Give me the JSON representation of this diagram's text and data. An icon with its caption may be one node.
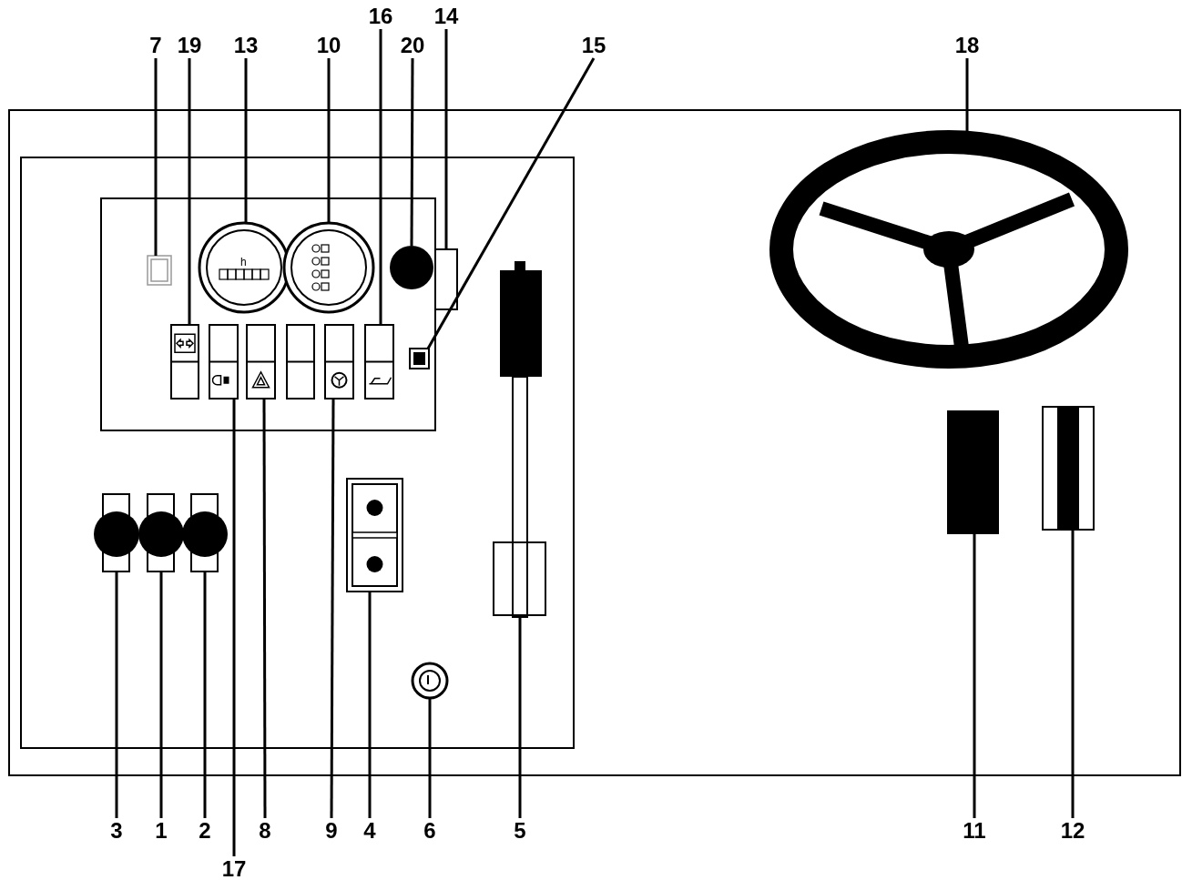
{
  "diagram": {
    "nodes": [
      {
        "text": [
          "16"
        ]
      },
      {
        "text": [
          "14"
        ]
      },
      {
        "text": [
          "7"
        ]
      },
      {
        "text": [
          "19"
        ]
      },
      {
        "text": [
          "13"
        ]
      },
      {
        "text": [
          "10"
        ]
      },
      {
        "text": [
          "20"
        ]
      },
      {
        "text": [
          "15"
        ]
      },
      {
        "text": [
          "18"
        ]
      },
      {
        "text": [
          "3"
        ]
      },
      {
        "text": [
          "1"
        ]
      },
      {
        "text": [
          "2"
        ]
      },
      {
        "text": [
          "8"
        ]
      },
      {
        "text": [
          "9"
        ]
      },
      {
        "text": [
          "4"
        ]
      },
      {
        "text": [
          "6"
        ]
      },
      {
        "text": [
          "5"
        ]
      },
      {
        "text": [
          "11"
        ]
      },
      {
        "text": [
          "12"
        ]
      },
      {
        "text": [
          "17"
        ]
      },
      {
        "text": [],
        "shape": "box"
      },
      {
        "text": [],
        "shape": "box"
      },
      {
        "text": [],
        "shape": "box"
      },
      {
        "text": [],
        "shape": "box"
      },
      {
        "text": [],
        "shape": "circle"
      },
      {
        "text": [],
        "shape": "circle"
      },
      {
        "text": [],
        "shape": "circle"
      },
      {
        "text": [],
        "shape": "box"
      },
      {
        "text": [],
        "shape": "wheel"
      },
      {
        "text": [],
        "shape": "circle"
      },
      {
        "text": [],
        "shape": "circle"
      },
      {
        "text": [],
        "shape": "circle"
      },
      {
        "text": [],
        "shape": "box"
      },
      {
        "text": [],
        "shape": "box"
      },
      {
        "text": [],
        "shape": "box"
      },
      {
        "text": [],
        "shape": "circle"
      },
      {
        "text": [],
        "shape": "lever"
      },
      {
        "text": [],
        "shape": "bar"
      },
      {
        "text": [],
        "shape": "bar"
      },
      {
        "text": [],
        "shape": "box"
      },
      {
        "text": [],
        "shape": "box"
      }
    ],
    "edges": [
      {
        "from": 0,
        "to": 20,
        "arrow": "none"
      },
      {
        "from": 1,
        "to": 21,
        "arrow": "none"
      },
      {
        "from": 2,
        "to": 22,
        "arrow": "none"
      },
      {
        "from": 3,
        "to": 23,
        "arrow": "none"
      },
      {
        "from": 4,
        "to": 24,
        "arrow": "none"
      },
      {
        "from": 5,
        "to": 25,
        "arrow": "none"
      },
      {
        "from": 6,
        "to": 26,
        "arrow": "none"
      },
      {
        "from": 7,
        "to": 27,
        "arrow": "none"
      },
      {
        "from": 8,
        "to": 28,
        "arrow": "none"
      },
      {
        "from": 9,
        "to": 29,
        "arrow": "none"
      },
      {
        "from": 10,
        "to": 30,
        "arrow": "none"
      },
      {
        "from": 11,
        "to": 31,
        "arrow": "none"
      },
      {
        "from": 12,
        "to": 32,
        "arrow": "none"
      },
      {
        "from": 13,
        "to": 33,
        "arrow": "none"
      },
      {
        "from": 14,
        "to": 34,
        "arrow": "none"
      },
      {
        "from": 15,
        "to": 35,
        "arrow": "none"
      },
      {
        "from": 16,
        "to": 36,
        "arrow": "none"
      },
      {
        "from": 17,
        "to": 37,
        "arrow": "none"
      },
      {
        "from": 18,
        "to": 38,
        "arrow": "none"
      },
      {
        "from": 19,
        "to": 39,
        "arrow": "none"
      }
    ],
    "labels": [
      "h"
    ]
  }
}
